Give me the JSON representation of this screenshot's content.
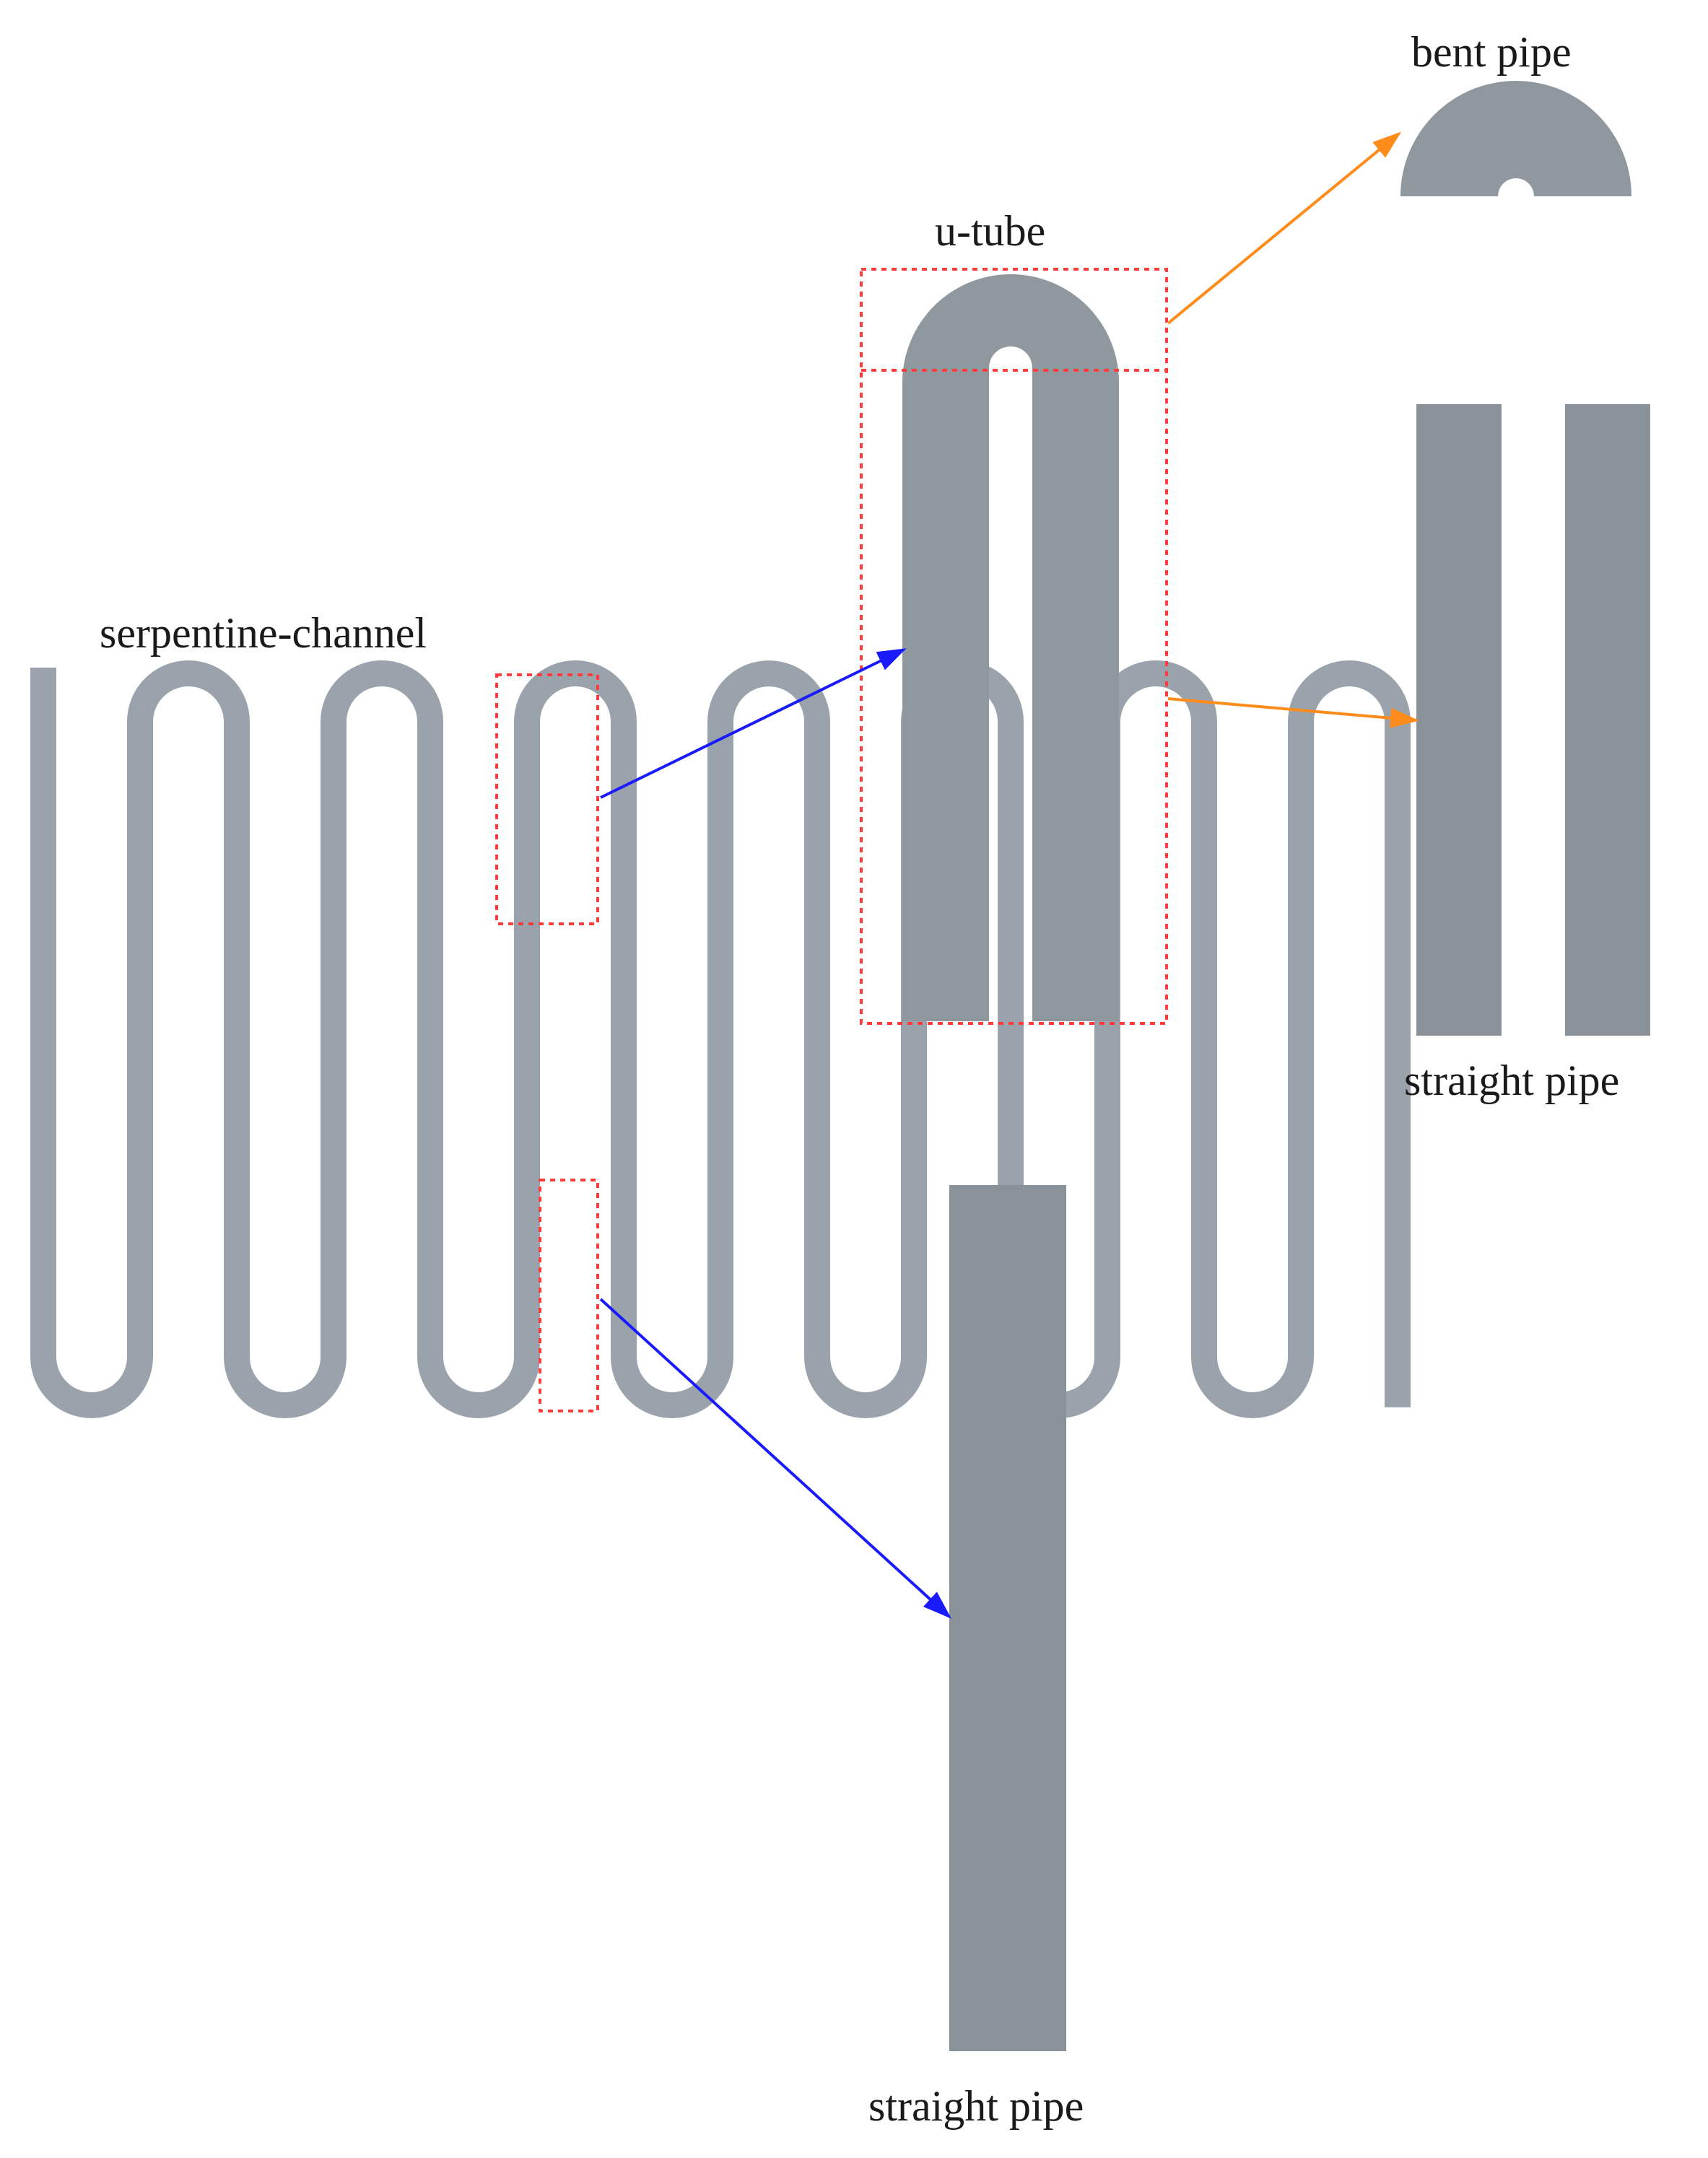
{
  "labels": {
    "serpentine": "serpentine-channel",
    "utube": "u-tube",
    "bent_pipe": "bent pipe",
    "straight_pipe_right": "straight pipe",
    "straight_pipe_bottom": "straight pipe"
  },
  "colors": {
    "pipe": "#9aa3ab",
    "pipe_dark": "#8a9299",
    "highlight_box": "#ff3b3b",
    "arrow_primary": "#1a1aff",
    "arrow_secondary": "#ff8c1a"
  }
}
